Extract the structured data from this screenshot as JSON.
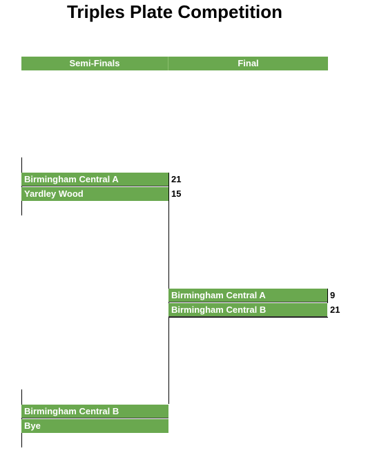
{
  "title": "Triples Plate Competition",
  "headers": {
    "semi_finals": "Semi-Finals",
    "final": "Final"
  },
  "semi_final_1": {
    "team_a": "Birmingham Central A",
    "score_a": "21",
    "team_b": "Yardley Wood",
    "score_b": "15"
  },
  "final": {
    "team_a": "Birmingham Central A",
    "score_a": "9",
    "team_b": "Birmingham Central B",
    "score_b": "21"
  },
  "semi_final_2": {
    "team_a": "Birmingham Central B",
    "team_b": "Bye"
  },
  "colors": {
    "header_green": "#6aa84f",
    "text_white": "#ffffff"
  }
}
